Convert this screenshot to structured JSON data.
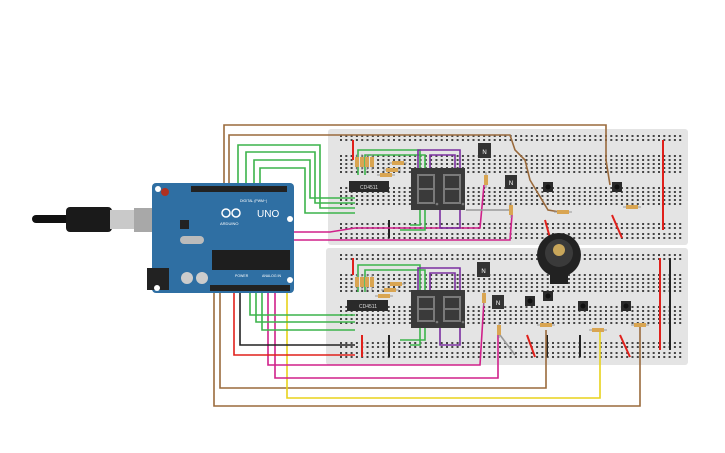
{
  "arduino": {
    "model": "UNO",
    "brand": "ARDUINO",
    "digital_label": "DIGITAL (PWM~)",
    "power_label": "POWER",
    "analog_label": "ANALOG IN",
    "board_color": "#2f6fa3"
  },
  "breadboards": [
    {
      "chip_label": "CD4511",
      "transistor_labels": [
        "N",
        "N"
      ]
    },
    {
      "chip_label": "CD4511",
      "transistor_labels": [
        "N",
        "N"
      ]
    }
  ],
  "colors": {
    "wire_green": "#3cb44b",
    "wire_magenta": "#d0208a",
    "wire_purple": "#7b2fa0",
    "wire_brown": "#9a6a3c",
    "wire_yellow": "#e8d21c",
    "wire_red": "#e0201b",
    "wire_black": "#222222",
    "breadboard": "#e4e4e4",
    "display": "#3a3a3a"
  }
}
